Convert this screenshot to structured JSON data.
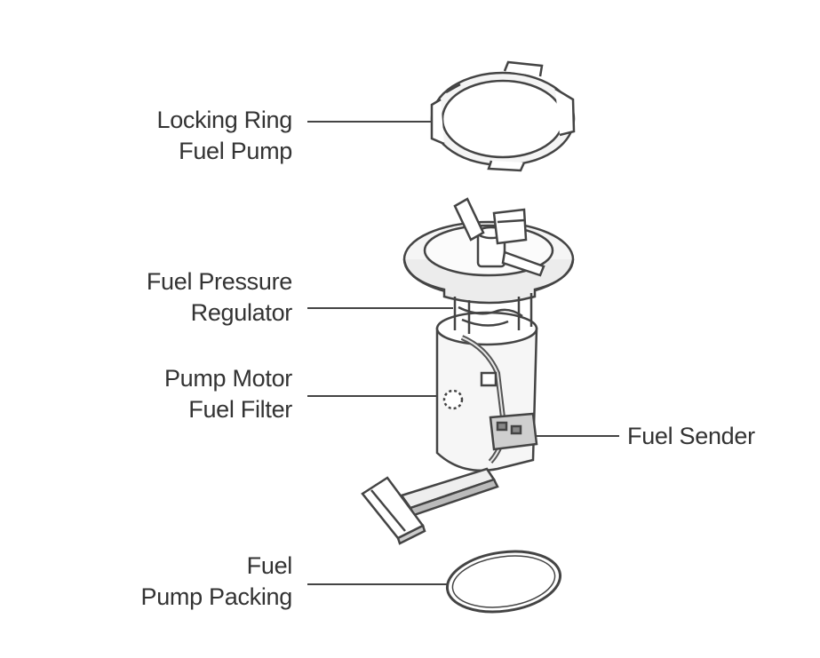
{
  "labels": {
    "locking_ring": [
      "Locking Ring",
      "Fuel Pump"
    ],
    "pressure_regulator": [
      "Fuel Pressure",
      "Regulator"
    ],
    "motor_filter": [
      "Pump Motor",
      "Fuel Filter"
    ],
    "fuel_sender": "Fuel Sender",
    "pump_packing": [
      "Fuel",
      "Pump Packing"
    ]
  },
  "colors": {
    "ink": "#333333",
    "outline": "#444444",
    "body_fill": "#f3f3f3",
    "shade": "#d8d8d8",
    "dark_shade": "#8a8a8a"
  }
}
